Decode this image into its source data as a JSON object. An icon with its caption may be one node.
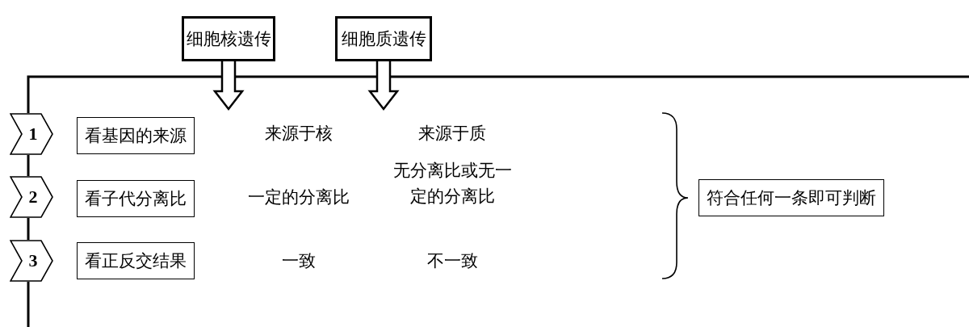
{
  "diagram": {
    "nodes": [
      {
        "text": [
          "细胞核遗传"
        ]
      },
      {
        "text": [
          "细胞质遗传"
        ]
      },
      {
        "text": [
          "1"
        ]
      },
      {
        "text": [
          "看基因的来源"
        ]
      },
      {
        "text": [
          "2"
        ]
      },
      {
        "text": [
          "看子代分离比"
        ]
      },
      {
        "text": [
          "3"
        ]
      },
      {
        "text": [
          "看正反交结果"
        ]
      },
      {
        "text": [
          "符合任何一条即可判断"
        ]
      }
    ],
    "edges": [
      {
        "from": 0,
        "to": null,
        "arrow": "to"
      },
      {
        "from": 1,
        "to": null,
        "arrow": "to"
      },
      {
        "from": 2,
        "to": 4,
        "arrow": "none"
      },
      {
        "from": 4,
        "to": 6,
        "arrow": "none"
      }
    ],
    "labels": [
      "来源于核",
      "来源于质",
      "一定的分离比",
      "无分离比或无一定的分离比",
      "一致",
      "不一致"
    ]
  }
}
